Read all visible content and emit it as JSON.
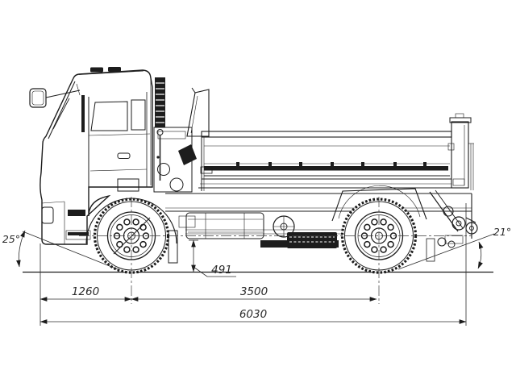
{
  "meta": {
    "type": "technical-drawing",
    "subject": "Dump truck side view with overall dimension callouts"
  },
  "labels": {
    "front_overhang": "1260",
    "wheelbase": "3500",
    "overall_length": "6030",
    "rear_frame_height": "491",
    "approach_angle": "25°",
    "departure_angle": "21°"
  },
  "colors": {
    "line": "#1c1c1c",
    "dimension_text": "#2b2b2b",
    "background": "#ffffff"
  }
}
